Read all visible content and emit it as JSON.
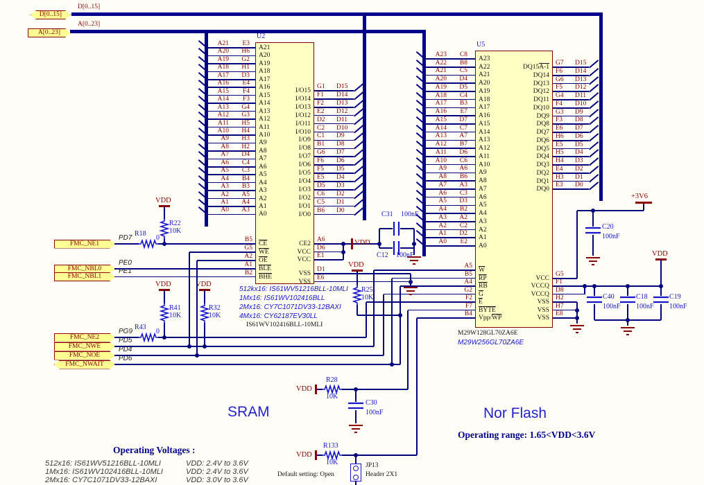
{
  "palette": {
    "wire": "#00007e",
    "bus": "#00008b",
    "maroon": "#8b0000",
    "blue": "#1414cc",
    "chip_fill": "#ffffc6",
    "chip_border": "#7b0000",
    "port_fill": "#ffff94",
    "bg": "#fffef6"
  },
  "buses": [
    {
      "label": "D[0..15]"
    },
    {
      "label": "A[0..23]"
    }
  ],
  "ports": [
    {
      "label": "FMC_NE1",
      "pin": "PD7"
    },
    {
      "label": "FMC_NBL0",
      "pin": "PE0"
    },
    {
      "label": "FMC_NBL1",
      "pin": "PE1"
    },
    {
      "label": "FMC_NE2",
      "pin": "PG9"
    },
    {
      "label": "FMC_NWE",
      "pin": "PD5"
    },
    {
      "label": "FMC_NOE",
      "pin": "PD4"
    },
    {
      "label": "FMC_NWAIT",
      "pin": "PD6"
    }
  ],
  "power": {
    "vdd": "VDD",
    "v36": "+3V6"
  },
  "chips": [
    {
      "ref": "U2",
      "left": [
        [
          "A21",
          "E3"
        ],
        [
          "A20",
          "H6"
        ],
        [
          "A19",
          "G2"
        ],
        [
          "A18",
          "H1"
        ],
        [
          "A17",
          "D3"
        ],
        [
          "A16",
          "E4"
        ],
        [
          "A15",
          "F4"
        ],
        [
          "A14",
          "F3"
        ],
        [
          "A13",
          "G4"
        ],
        [
          "A12",
          "G3"
        ],
        [
          "A11",
          "H5"
        ],
        [
          "A10",
          "H4"
        ],
        [
          "A9",
          "H3"
        ],
        [
          "A8",
          "H2"
        ],
        [
          "A7",
          "D4"
        ],
        [
          "A6",
          "C4"
        ],
        [
          "A5",
          "C3"
        ],
        [
          "A4",
          "B4"
        ],
        [
          "A3",
          "B3"
        ],
        [
          "A2",
          "A5"
        ],
        [
          "A1",
          "A4"
        ],
        [
          "A0",
          "A3"
        ]
      ],
      "ctrl": [
        {
          "num": "B5",
          "name": "CE",
          "bar": true
        },
        {
          "num": "G5",
          "name": "WE",
          "bar": true
        },
        {
          "num": "A2",
          "name": "OE",
          "bar": true
        },
        {
          "num": "A1",
          "name": "BLE",
          "bar": true
        },
        {
          "num": "B2",
          "name": "BHE",
          "bar": true
        }
      ],
      "right": [
        [
          "I/O15",
          "G1",
          "D15"
        ],
        [
          "I/O14",
          "F1",
          "D14"
        ],
        [
          "I/O13",
          "F2",
          "D13"
        ],
        [
          "I/O12",
          "E2",
          "D12"
        ],
        [
          "I/O11",
          "D2",
          "D11"
        ],
        [
          "I/O10",
          "C2",
          "D10"
        ],
        [
          "I/O9",
          "C1",
          "D9"
        ],
        [
          "I/O8",
          "B1",
          "D8"
        ],
        [
          "I/O7",
          "G6",
          "D7"
        ],
        [
          "I/O6",
          "F6",
          "D6"
        ],
        [
          "I/O5",
          "F5",
          "D5"
        ],
        [
          "I/O4",
          "E5",
          "D4"
        ],
        [
          "I/O3",
          "D5",
          "D3"
        ],
        [
          "I/O2",
          "C6",
          "D2"
        ],
        [
          "I/O1",
          "C5",
          "D1"
        ],
        [
          "I/O0",
          "B6",
          "D0"
        ]
      ],
      "rpow": [
        {
          "name": "CE2",
          "num": "A6"
        },
        {
          "name": "VCC",
          "num": "D6"
        },
        {
          "name": "VCC",
          "num": "E1"
        },
        {
          "name": "VSS",
          "num": "D1"
        },
        {
          "name": "VSS",
          "num": "E6"
        }
      ],
      "alt_parts": [
        "512kx16: IS61WV51216BLL-10MLI",
        "1Mx16: IS61WV102416BLL",
        "2Mx16: CY7C1071DV33-12BAXI",
        "4Mx16: CY62187EV30LL"
      ],
      "part": "IS61WV102416BLL-10MLI"
    },
    {
      "ref": "U5",
      "left": [
        [
          "A23",
          "C8"
        ],
        [
          "A22",
          "B8"
        ],
        [
          "A21",
          "C5"
        ],
        [
          "A20",
          "D4"
        ],
        [
          "A19",
          "D5"
        ],
        [
          "A18",
          "C4"
        ],
        [
          "A17",
          "B3"
        ],
        [
          "A16",
          "E7"
        ],
        [
          "A15",
          "D7"
        ],
        [
          "A14",
          "C7"
        ],
        [
          "A13",
          "A7"
        ],
        [
          "A12",
          "B7"
        ],
        [
          "A11",
          "D6"
        ],
        [
          "A10",
          "C6"
        ],
        [
          "A9",
          "A6"
        ],
        [
          "A8",
          "B6"
        ],
        [
          "A7",
          "A3"
        ],
        [
          "A6",
          "C3"
        ],
        [
          "A5",
          "D3"
        ],
        [
          "A4",
          "B2"
        ],
        [
          "A3",
          "A2"
        ],
        [
          "A2",
          "C2"
        ],
        [
          "A1",
          "D2"
        ],
        [
          "A0",
          "E2"
        ]
      ],
      "ctrl": [
        {
          "num": "A5",
          "name": "W",
          "bar": true
        },
        {
          "num": "B5",
          "name": "RP",
          "bar": true
        },
        {
          "num": "A4",
          "name": "RB",
          "bar": true
        },
        {
          "num": "G2",
          "name": "G",
          "bar": true
        },
        {
          "num": "F2",
          "name": "E",
          "bar": true
        },
        {
          "num": "F7",
          "name": "BYTE",
          "bar": true
        },
        {
          "num": "B4",
          "name": "Vpp/",
          "bar_part": "WP"
        }
      ],
      "right": [
        [
          "DQ15",
          "G7",
          "D15",
          "A-1"
        ],
        [
          "DQ14",
          "F6",
          "D14"
        ],
        [
          "DQ13",
          "G6",
          "D13"
        ],
        [
          "DQ12",
          "F5",
          "D12"
        ],
        [
          "DQ11",
          "G4",
          "D11"
        ],
        [
          "DQ10",
          "F4",
          "D10"
        ],
        [
          "DQ9",
          "G3",
          "D9"
        ],
        [
          "DQ8",
          "F3",
          "D8"
        ],
        [
          "DQ7",
          "E6",
          "D7"
        ],
        [
          "DQ6",
          "H6",
          "D6"
        ],
        [
          "DQ5",
          "E5",
          "D5"
        ],
        [
          "DQ4",
          "H5",
          "D4"
        ],
        [
          "DQ3",
          "H4",
          "D3"
        ],
        [
          "DQ2",
          "E4",
          "D2"
        ],
        [
          "DQ1",
          "H3",
          "D1"
        ],
        [
          "DQ0",
          "E3",
          "D0"
        ]
      ],
      "rpow": [
        {
          "name": "VCC",
          "num": "G5"
        },
        {
          "name": "VCCQ",
          "num": "F1"
        },
        {
          "name": "VCCQ",
          "num": "D8"
        },
        {
          "name": "VSS",
          "num": "H2"
        },
        {
          "name": "VSS",
          "num": "H7"
        },
        {
          "name": "VSS",
          "num": "E8"
        }
      ],
      "alt_parts": [],
      "part": "M29W128GL70ZA6E",
      "alt_part": "M29W256GL70ZA6E"
    }
  ],
  "resistors": [
    {
      "ref": "R18",
      "value": "0"
    },
    {
      "ref": "R22",
      "value": "10K"
    },
    {
      "ref": "R41",
      "value": "10K"
    },
    {
      "ref": "R32",
      "value": "10K"
    },
    {
      "ref": "R43",
      "value": "0"
    },
    {
      "ref": "R25",
      "value": "10K"
    },
    {
      "ref": "R28",
      "value": "10K"
    },
    {
      "ref": "R133",
      "value": "10K"
    }
  ],
  "capacitors": [
    {
      "ref": "C31",
      "value": "100nF"
    },
    {
      "ref": "C12",
      "value": "100nF"
    },
    {
      "ref": "C20",
      "value": "100nF"
    },
    {
      "ref": "C40",
      "value": "100nF"
    },
    {
      "ref": "C18",
      "value": "100nF"
    },
    {
      "ref": "C19",
      "value": "100nF"
    },
    {
      "ref": "C30",
      "value": "100nF"
    }
  ],
  "jumper": {
    "ref": "JP13",
    "type": "Header 2X1",
    "note": "Default setting: Open"
  },
  "titles": {
    "sram": "SRAM",
    "nor": "Nor Flash"
  },
  "notes": {
    "operating_voltages_heading": "Operating Voltages :",
    "nor_operating_range": "Operating range: 1.65<VDD<3.6V",
    "sram_voltages": [
      {
        "part": "512x16: IS61WV51216BLL-10MLI",
        "vdd": "VDD: 2.4V to 3.6V"
      },
      {
        "part": "1Mx16: IS61WV102416BLL-10MLI",
        "vdd": "VDD: 2.4V to 3.6V"
      },
      {
        "part": "2Mx16: CY7C1071DV33-12BAXI",
        "vdd": "VDD: 3.0V to 3.6V"
      }
    ]
  }
}
